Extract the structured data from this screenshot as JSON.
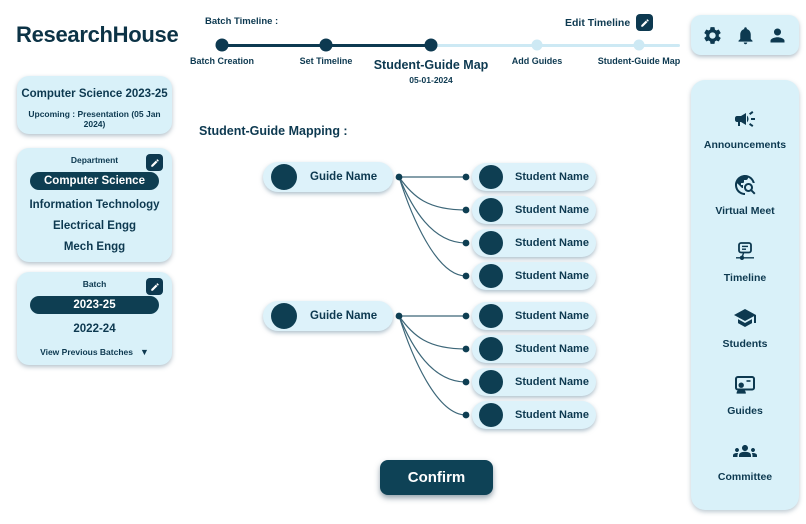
{
  "brand": {
    "title": "ResearchHouse"
  },
  "batch_timeline": {
    "label": "Batch Timeline :",
    "edit_label": "Edit Timeline",
    "steps": [
      {
        "label": "Batch Creation",
        "state": "done"
      },
      {
        "label": "Set Timeline",
        "state": "done"
      },
      {
        "label": "Student-Guide Map",
        "date": "05-01-2024",
        "state": "active"
      },
      {
        "label": "Add Guides",
        "state": "upcoming"
      },
      {
        "label": "Student-Guide Map",
        "state": "upcoming"
      }
    ]
  },
  "topbar": {
    "icons": [
      "settings-icon",
      "notifications-icon",
      "profile-icon"
    ]
  },
  "left_panel": {
    "summary": {
      "title": "Computer Science 2023-25",
      "subtitle": "Upcoming : Presentation (05 Jan 2024)"
    },
    "department": {
      "title": "Department",
      "selected": "Computer Science",
      "options": [
        "Information Technology",
        "Electrical Engg",
        "Mech Engg"
      ]
    },
    "batch": {
      "title": "Batch",
      "selected": "2023-25",
      "options": [
        "2022-24"
      ],
      "view_previous": "View Previous Batches"
    }
  },
  "mapping": {
    "heading": "Student-Guide Mapping :",
    "confirm": "Confirm",
    "groups": [
      {
        "guide": "Guide Name",
        "students": [
          "Student Name",
          "Student Name",
          "Student Name",
          "Student Name"
        ]
      },
      {
        "guide": "Guide Name",
        "students": [
          "Student Name",
          "Student Name",
          "Student Name",
          "Student Name"
        ]
      }
    ]
  },
  "right_nav": {
    "items": [
      {
        "label": "Announcements",
        "icon": "megaphone-icon"
      },
      {
        "label": "Virtual Meet",
        "icon": "globe-search-icon"
      },
      {
        "label": "Timeline",
        "icon": "timeline-node-icon"
      },
      {
        "label": "Students",
        "icon": "graduation-cap-icon"
      },
      {
        "label": "Guides",
        "icon": "presenter-board-icon"
      },
      {
        "label": "Committee",
        "icon": "people-group-icon"
      }
    ]
  },
  "icons": {
    "chevron_down": "▼"
  },
  "colors": {
    "dark": "#0d3950",
    "pill_dark": "#0e3e52",
    "card_light": "#d9f1f9",
    "upcoming_step": "#cde9f4",
    "connector": "#3c6678",
    "confirm_bg": "#0e4256"
  }
}
